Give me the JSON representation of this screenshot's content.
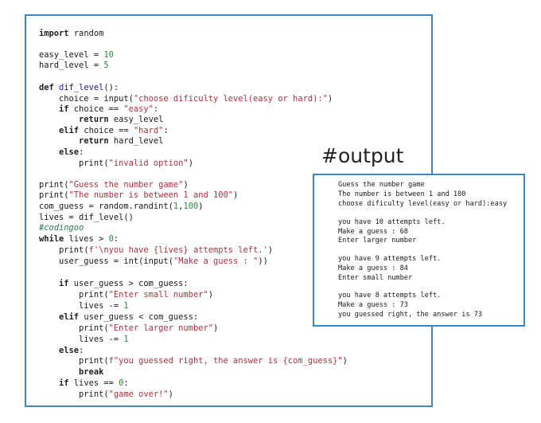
{
  "code": {
    "line_01": [
      "import",
      " random"
    ],
    "line_02": [
      "easy_level = ",
      "10"
    ],
    "line_03": [
      "hard_level = ",
      "5"
    ],
    "line_04": [
      "def",
      " ",
      "dif_level",
      "():"
    ],
    "line_05": [
      "    choice = ",
      "input",
      "(",
      "\"choose dificulty level(easy or hard):\"",
      ")"
    ],
    "line_06": [
      "    ",
      "if",
      " choice == ",
      "\"easy\"",
      ":"
    ],
    "line_07": [
      "        ",
      "return",
      " easy_level"
    ],
    "line_08": [
      "    ",
      "elif",
      " choice == ",
      "\"hard\"",
      ":"
    ],
    "line_09": [
      "        ",
      "return",
      " hard_level"
    ],
    "line_10": [
      "    ",
      "else",
      ":"
    ],
    "line_11": [
      "        ",
      "print",
      "(",
      "\"invalid option\"",
      ")"
    ],
    "line_12": [
      "print",
      "(",
      "\"Guess the number game\"",
      ")"
    ],
    "line_13": [
      "print",
      "(",
      "\"The number is between 1 and 100\"",
      ")"
    ],
    "line_14": [
      "com_guess = random.randint(",
      "1",
      ",",
      "100",
      ")"
    ],
    "line_15": [
      "lives = dif_level()"
    ],
    "line_16": [
      "#codingoo"
    ],
    "line_17": [
      "while",
      " lives > ",
      "0",
      ":"
    ],
    "line_18": [
      "    ",
      "print",
      "(",
      "f'\\nyou have {lives} attempts left.'",
      ")"
    ],
    "line_19": [
      "    user_guess = ",
      "int",
      "(",
      "input",
      "(",
      "\"Make a guess : \"",
      "))"
    ],
    "line_20": [
      "    ",
      "if",
      " user_guess > com_guess:"
    ],
    "line_21": [
      "        ",
      "print",
      "(",
      "\"Enter small number\"",
      ")"
    ],
    "line_22": [
      "        lives -= ",
      "1"
    ],
    "line_23": [
      "    ",
      "elif",
      " user_guess < com_guess:"
    ],
    "line_24": [
      "        ",
      "print",
      "(",
      "\"Enter larger number\"",
      ")"
    ],
    "line_25": [
      "        lives -= ",
      "1"
    ],
    "line_26": [
      "    ",
      "else",
      ":"
    ],
    "line_27": [
      "        ",
      "print",
      "(",
      "f\"you guessed right, the answer is {com_guess}\"",
      ")"
    ],
    "line_28": [
      "        ",
      "break"
    ],
    "line_29": [
      "    ",
      "if",
      " lives == ",
      "0",
      ":"
    ],
    "line_30": [
      "        ",
      "print",
      "(",
      "\"game over!\"",
      ")"
    ]
  },
  "output_label": "#output",
  "output": [
    "Guess the number game",
    "The number is between 1 and 100",
    "choose dificulty level(easy or hard):easy",
    "you have 10 attempts left.",
    "Make a guess : 68",
    "Enter larger number",
    "you have 9 attempts left.",
    "Make a guess : 84",
    "Enter small number",
    "you have 8 attempts left.",
    "Make a guess : 73",
    "you guessed right, the answer is 73"
  ],
  "colors": {
    "border": "#3f86c1",
    "string": "#b0303d",
    "number": "#2b8a3e",
    "comment": "#2a7a48"
  }
}
